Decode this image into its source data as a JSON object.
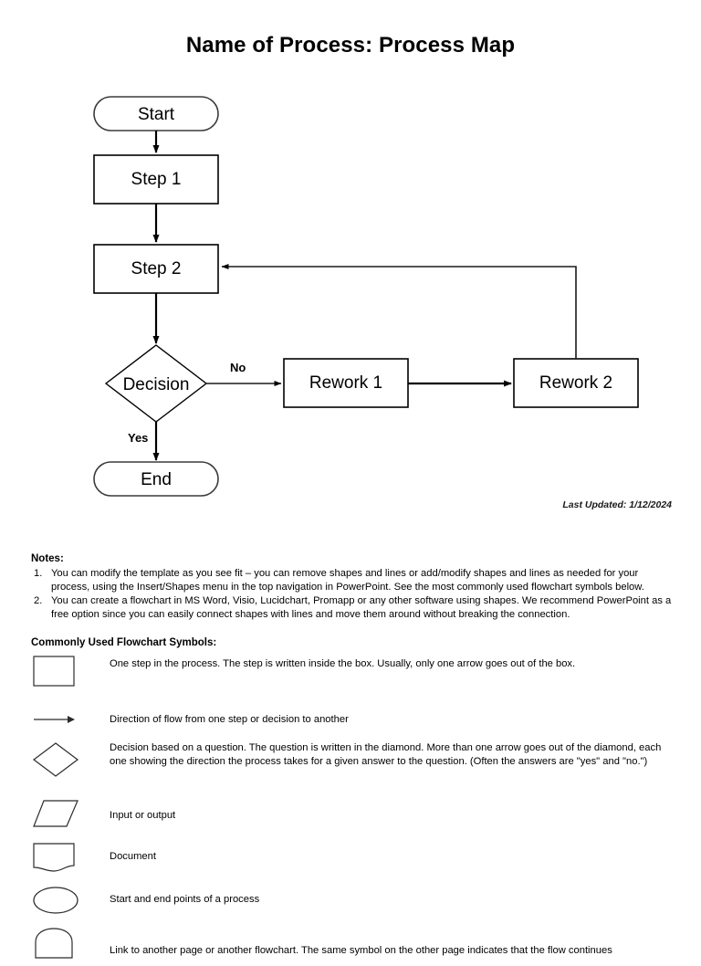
{
  "document": {
    "title": "Name of Process: Process Map",
    "last_updated": "Last Updated: 1/12/2024"
  },
  "flowchart": {
    "nodes": {
      "start": "Start",
      "step1": "Step 1",
      "step2": "Step 2",
      "decision": "Decision",
      "rework1": "Rework 1",
      "rework2": "Rework 2",
      "end": "End"
    },
    "edge_labels": {
      "no": "No",
      "yes": "Yes"
    }
  },
  "notes": {
    "heading": "Notes:",
    "items": [
      {
        "number": "1.",
        "text": "You can modify the template as you see fit – you can remove shapes and lines or add/modify shapes and lines as needed for your process, using the Insert/Shapes menu in the top navigation in PowerPoint. See the most commonly used flowchart symbols below."
      },
      {
        "number": "2.",
        "text": "You can create a flowchart in MS Word, Visio, Lucidchart, Promapp or any other software using shapes. We recommend PowerPoint as a free option since you can easily connect shapes with lines and move them around without breaking the connection."
      }
    ]
  },
  "symbols": {
    "heading": "Commonly Used Flowchart Symbols:",
    "rows": [
      {
        "icon": "process-box-icon",
        "description": "One step in the process. The step is written inside the box. Usually, only one arrow goes out of the box."
      },
      {
        "icon": "flow-arrow-icon",
        "description": "Direction of flow from one step or decision to another"
      },
      {
        "icon": "decision-diamond-icon",
        "description": "Decision based on a question. The question is written in the diamond. More than one arrow goes out of the diamond, each one showing the direction the process takes for a given answer to the question. (Often the answers are \"yes\" and \"no.\")"
      },
      {
        "icon": "parallelogram-icon",
        "description": "Input or output"
      },
      {
        "icon": "document-icon",
        "description": "Document"
      },
      {
        "icon": "ellipse-icon",
        "description": "Start and end points of a process"
      },
      {
        "icon": "offpage-connector-icon",
        "description": "Link to another page or another flowchart. The same symbol on the other page indicates that the flow continues"
      }
    ]
  },
  "colors": {
    "ink": "#000000",
    "stroke": "#2b2b2b",
    "paper": "#ffffff"
  }
}
